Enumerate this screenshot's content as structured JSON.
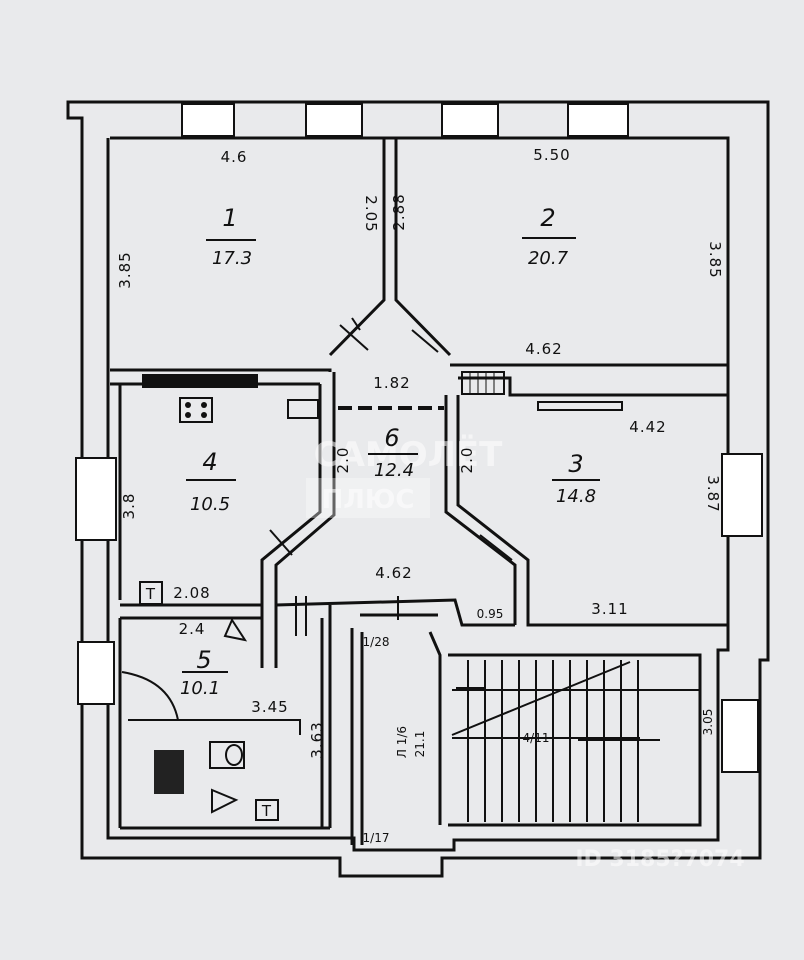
{
  "rooms": [
    {
      "number": "1",
      "area": "17.3"
    },
    {
      "number": "2",
      "area": "20.7"
    },
    {
      "number": "3",
      "area": "14.8"
    },
    {
      "number": "4",
      "area": "10.5"
    },
    {
      "number": "5",
      "area": "10.1"
    },
    {
      "number": "6",
      "area": "12.4"
    },
    {
      "number": "Л 1/6",
      "area": "21.1"
    }
  ],
  "dimensions": {
    "r1_top": "4.6",
    "r1_left": "3.85",
    "r1_right": "2.05",
    "r2_top": "5.50",
    "r2_left": "2.88",
    "r2_right": "3.85",
    "r2_bottom": "4.62",
    "hall_width": "1.82",
    "hall_left": "2.0",
    "hall_right": "2.0",
    "r3_top": "4.42",
    "r3_right": "3.87",
    "r3_bottom": "3.11",
    "r4_left": "3.8",
    "r4_bottom": "2.08",
    "hall_bottom": "4.62",
    "step_small": "0.95",
    "r5_top": "2.4",
    "r5_inner": "3.45",
    "r5_right": "3.63",
    "stair_landing": "1/28",
    "stair_width": "4/11",
    "stair_right": "3.05",
    "entry_small": "1/17"
  },
  "fixtures": {
    "toilet_tag": "T",
    "toilet_tag_2": "T"
  },
  "watermark": {
    "line1": "САМОЛЁТ",
    "line2": "ПЛЮС",
    "id_text": "ID 3185?7074"
  }
}
